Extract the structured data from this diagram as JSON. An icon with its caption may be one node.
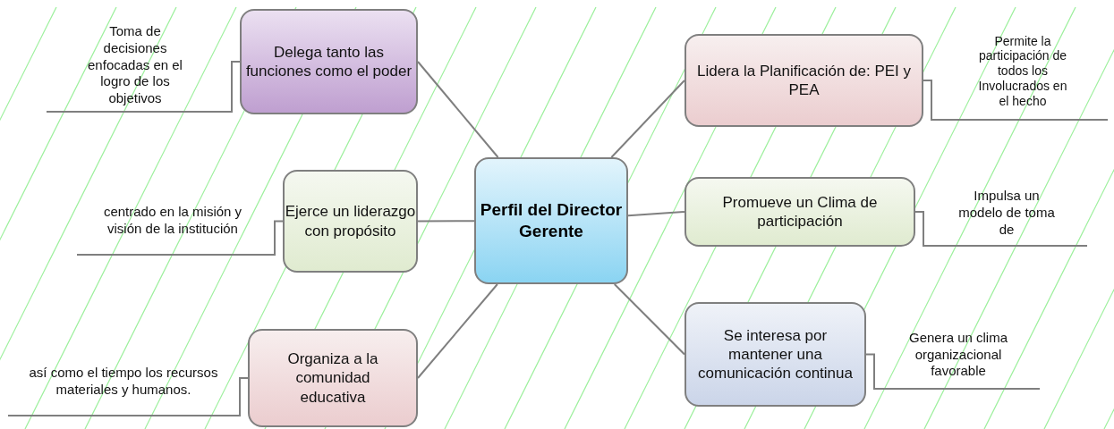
{
  "diagram": {
    "nodes": [
      {
        "text": [
          "Perfil del Director Gerente"
        ]
      },
      {
        "text": [
          "Delega tanto las funciones como el poder"
        ]
      },
      {
        "text": [
          "Toma de decisiones enfocadas en el logro de los objetivos"
        ]
      },
      {
        "text": [
          "Ejerce un liderazgo con propósito"
        ]
      },
      {
        "text": [
          "centrado en la misión y visión de la institución"
        ]
      },
      {
        "text": [
          "Organiza a la comunidad educativa"
        ]
      },
      {
        "text": [
          "así como el tiempo los recursos materiales y humanos."
        ]
      },
      {
        "text": [
          "Lidera la Planificación de: PEI y PEA"
        ]
      },
      {
        "text": [
          "Permite la participación de todos los Involucrados en el hecho"
        ]
      },
      {
        "text": [
          "Promueve un Clima de participación"
        ]
      },
      {
        "text": [
          "Impulsa un modelo de toma de"
        ]
      },
      {
        "text": [
          "Se interesa por mantener una comunicación continua"
        ]
      },
      {
        "text": [
          "Genera un clima organizacional favorable"
        ]
      }
    ],
    "edges": [
      {
        "from": 0,
        "to": 1,
        "arrow": "none"
      },
      {
        "from": 1,
        "to": 2,
        "arrow": "none"
      },
      {
        "from": 0,
        "to": 3,
        "arrow": "none"
      },
      {
        "from": 3,
        "to": 4,
        "arrow": "none"
      },
      {
        "from": 0,
        "to": 5,
        "arrow": "none"
      },
      {
        "from": 5,
        "to": 6,
        "arrow": "none"
      },
      {
        "from": 0,
        "to": 7,
        "arrow": "none"
      },
      {
        "from": 7,
        "to": 8,
        "arrow": "none"
      },
      {
        "from": 0,
        "to": 9,
        "arrow": "none"
      },
      {
        "from": 9,
        "to": 10,
        "arrow": "none"
      },
      {
        "from": 0,
        "to": 11,
        "arrow": "none"
      },
      {
        "from": 11,
        "to": 12,
        "arrow": "none"
      }
    ]
  }
}
